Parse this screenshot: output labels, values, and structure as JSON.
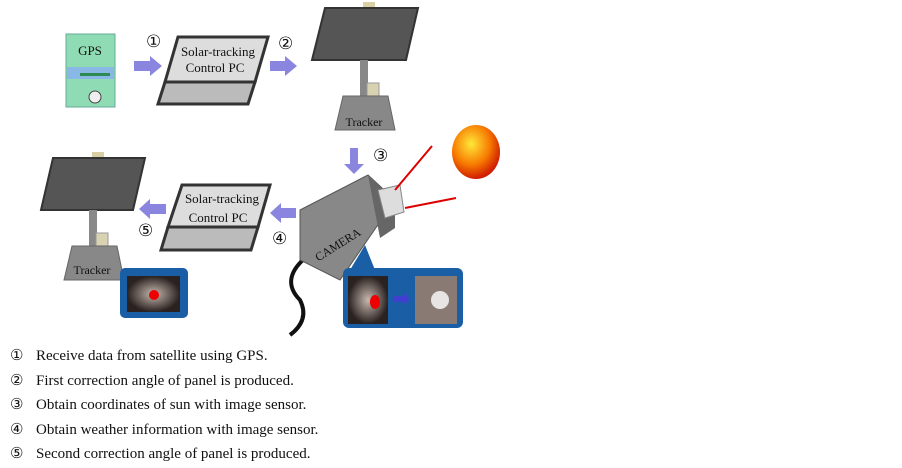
{
  "diagram": {
    "gps_label": "GPS",
    "pc_label_line1": "Solar-tracking",
    "pc_label_line2": "Control PC",
    "tracker_label": "Tracker",
    "camera_label": "CAMERA",
    "steps": [
      "①",
      "②",
      "③",
      "④",
      "⑤"
    ]
  },
  "legend": [
    {
      "num": "①",
      "text": "Receive data from satellite using GPS."
    },
    {
      "num": "②",
      "text": "First correction angle of panel is produced."
    },
    {
      "num": "③",
      "text": "Obtain coordinates of sun with image sensor."
    },
    {
      "num": "④",
      "text": "Obtain weather information with image sensor."
    },
    {
      "num": "⑤",
      "text": "Second correction angle of panel is produced."
    }
  ],
  "colors": {
    "arrow": "#8a86e0",
    "panel": "#555555",
    "screen": "#1a5fa6",
    "sun": "#f25a00"
  }
}
